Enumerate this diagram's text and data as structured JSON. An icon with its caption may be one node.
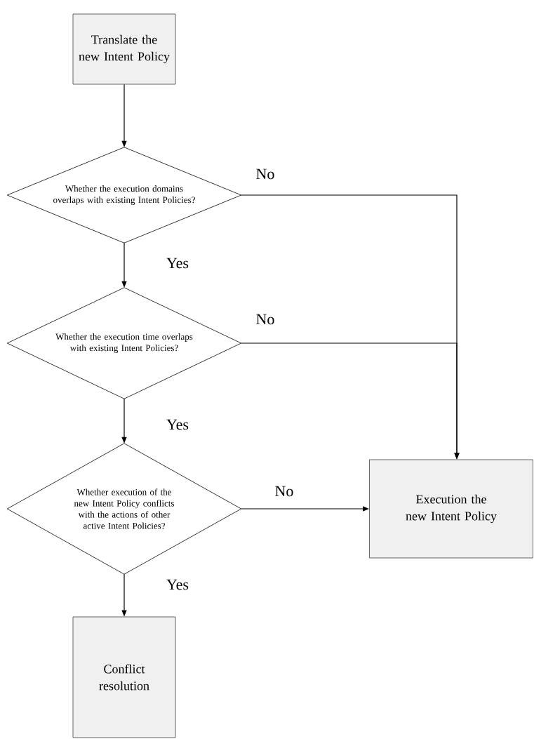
{
  "diagram": {
    "nodes": [
      {
        "text": [
          "Translate the new Intent Policy"
        ]
      },
      {
        "text": [
          "Whether the  execution domains overlaps with existing Intent Policies?"
        ]
      },
      {
        "text": [
          "Whether the execution time overlaps with existing Intent Policies?"
        ]
      },
      {
        "text": [
          "Whether execution of the new Intent Policy conflicts with the actions of other active Intent Policies?"
        ]
      },
      {
        "text": [
          "Execution the new Intent Policy"
        ]
      },
      {
        "text": [
          "Conflict resolution"
        ]
      }
    ],
    "edges": [
      {
        "from": 0,
        "to": 1,
        "arrow": "to"
      },
      {
        "from": 1,
        "to": 4,
        "arrow": "to",
        "label": "No"
      },
      {
        "from": 1,
        "to": 2,
        "arrow": "to",
        "label": "Yes"
      },
      {
        "from": 2,
        "to": 4,
        "arrow": "to",
        "label": "No"
      },
      {
        "from": 2,
        "to": 3,
        "arrow": "to",
        "label": "Yes"
      },
      {
        "from": 3,
        "to": 4,
        "arrow": "to",
        "label": "No"
      },
      {
        "from": 3,
        "to": 5,
        "arrow": "to",
        "label": "Yes"
      }
    ]
  }
}
